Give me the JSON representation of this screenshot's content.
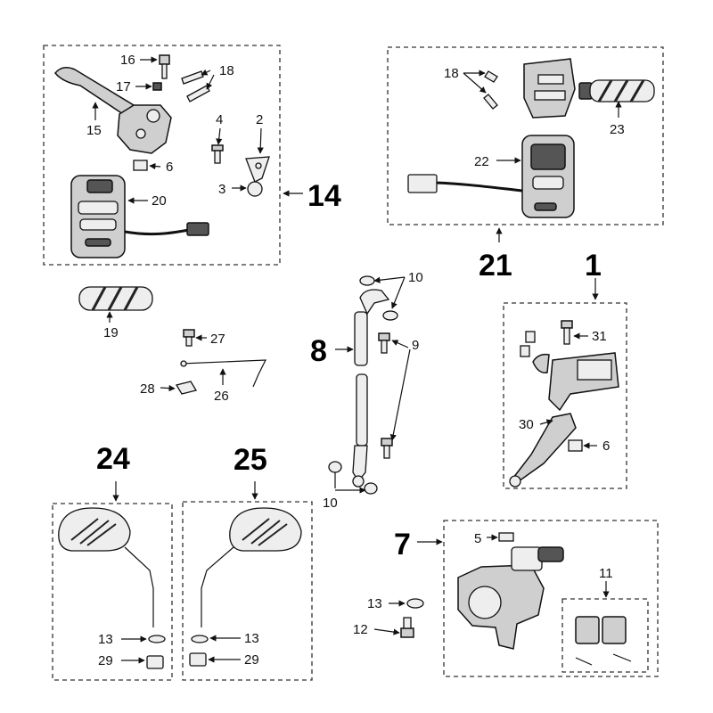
{
  "assembly_labels": {
    "a1": "1",
    "a7": "7",
    "a8": "8",
    "a14": "14",
    "a21": "21",
    "a24": "24",
    "a25": "25"
  },
  "part_labels": {
    "p2": "2",
    "p3": "3",
    "p4": "4",
    "p6a": "6",
    "p6b": "6",
    "p9": "9",
    "p10a": "10",
    "p10b": "10",
    "p11": "11",
    "p12": "12",
    "p13a": "13",
    "p13b": "13",
    "p13c": "13",
    "p5": "5",
    "p15": "15",
    "p16": "16",
    "p17": "17",
    "p18a": "18",
    "p18b": "18",
    "p19": "19",
    "p20": "20",
    "p22": "22",
    "p23": "23",
    "p26": "26",
    "p27": "27",
    "p28": "28",
    "p29a": "29",
    "p29b": "29",
    "p30": "30",
    "p31": "31"
  }
}
